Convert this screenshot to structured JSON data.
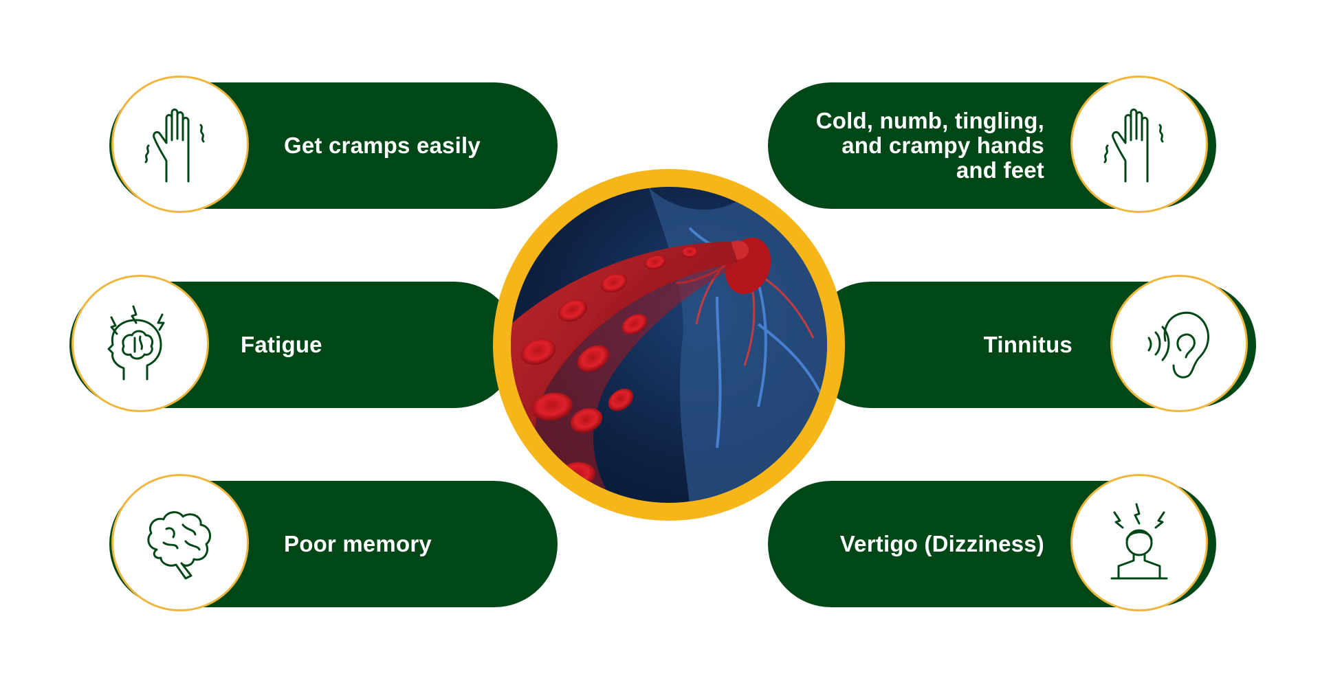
{
  "symptoms": {
    "left": [
      {
        "label": "Get cramps easily",
        "icon": "shaking-hand-icon"
      },
      {
        "label": "Fatigue",
        "icon": "head-lightning-icon"
      },
      {
        "label": "Poor memory",
        "icon": "brain-icon"
      }
    ],
    "right": [
      {
        "label": "Cold, numb, tingling,\nand crampy hands\nand feet",
        "icon": "shaking-hand-icon"
      },
      {
        "label": "Tinnitus",
        "icon": "ear-sound-icon"
      },
      {
        "label": "Vertigo (Dizziness)",
        "icon": "dizzy-person-icon"
      }
    ]
  },
  "center_image": {
    "icon": "blood-vessel-heart-illustration"
  },
  "colors": {
    "pill": "#004717",
    "icon_border": "#f0b53c",
    "center_ring": "#f6b519",
    "icon_stroke": "#004717"
  }
}
